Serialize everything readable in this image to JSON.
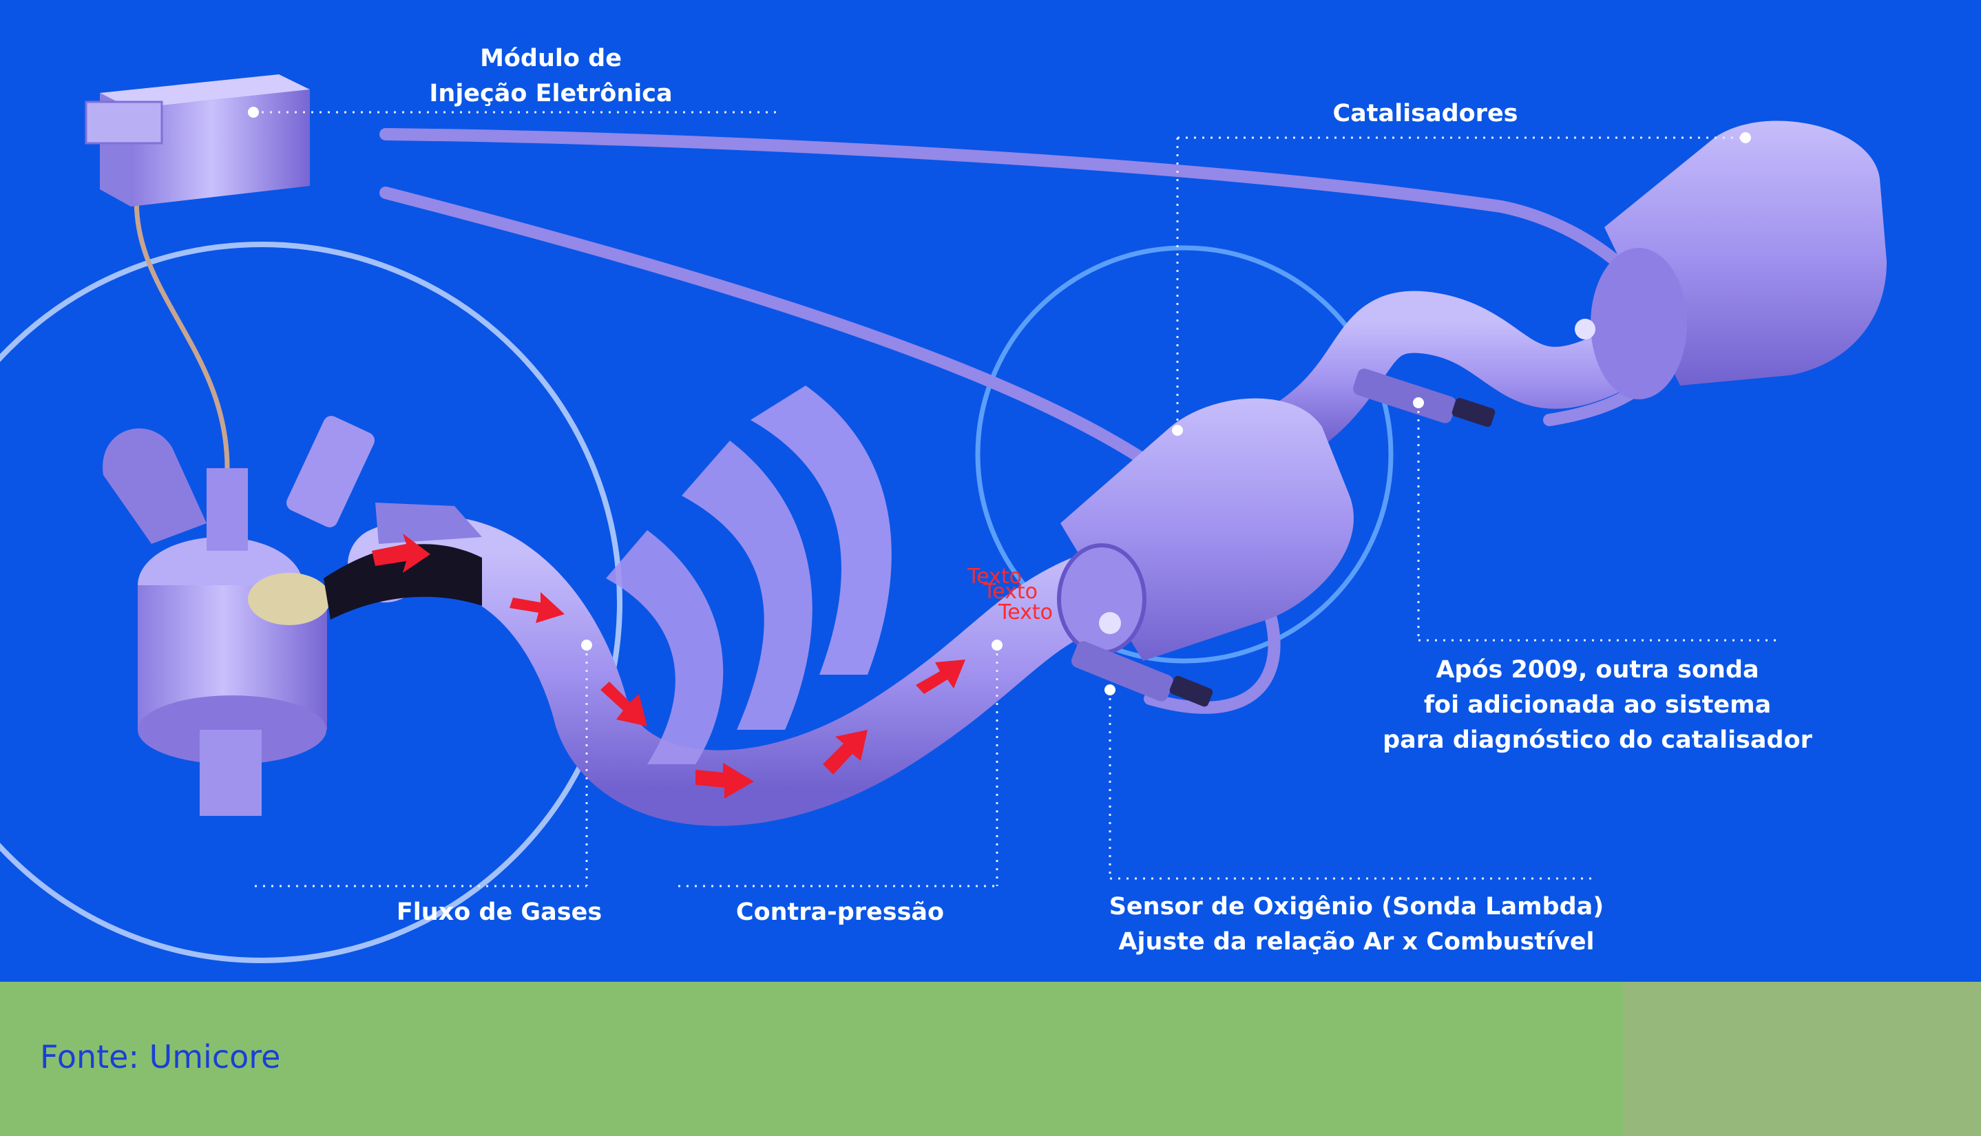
{
  "labels": {
    "module": [
      "Módulo de",
      "Injeção Eletrônica"
    ],
    "catalysts": "Catalisadores",
    "after_2009": [
      "Após 2009, outra sonda",
      "foi adicionada ao sistema",
      "para diagnóstico do catalisador"
    ],
    "gas_flow": "Fluxo de Gases",
    "back_pressure": "Contra-pressão",
    "oxygen_sensor": [
      "Sensor de Oxigênio (Sonda Lambda)",
      "Ajuste da relação Ar x Combustível"
    ]
  },
  "overlay_text": [
    "Texto",
    "Texto",
    "Texto"
  ],
  "source": "Fonte: Umicore",
  "colors": {
    "background": "#0a55e6",
    "footer": "#88bf6f",
    "footer_right": "#96b97b",
    "component": "#a79cf2",
    "arrow": "#ee1c2e",
    "source_text": "#1a3fd6"
  }
}
